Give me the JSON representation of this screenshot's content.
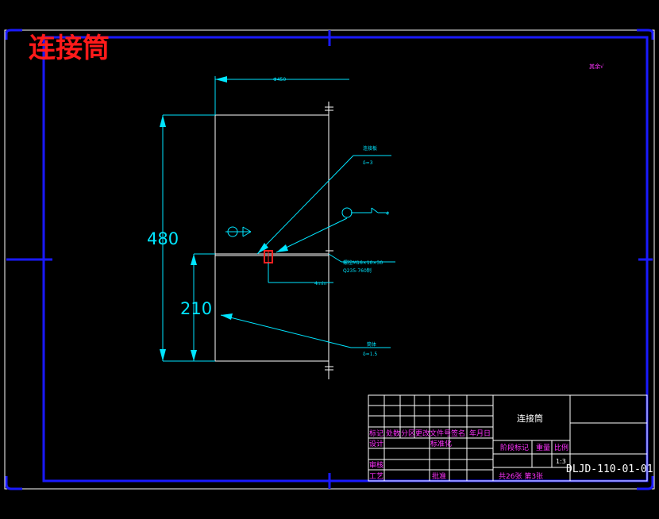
{
  "watermark": "连接筒",
  "colors": {
    "background": "#000000",
    "frame": "#ffffff",
    "inner_frame": "#1a1aff",
    "dimension": "#00e5ff",
    "label": "#ff33ff",
    "weld_mark": "#ff2020"
  },
  "roughness_note": "其余√",
  "dimensions": {
    "top_width": "Φ450",
    "overall_height": "480",
    "lower_height": "210",
    "plate_offset": "4min"
  },
  "callouts": {
    "upper_part": "连接板",
    "upper_thickness": "δ=3",
    "weld_symbol": "4",
    "bolt_spec": "螺栓M16×10×30",
    "bolt_material": "Q235-760制",
    "lower_part": "筒体",
    "lower_thickness": "δ=1.5"
  },
  "title_block": {
    "part_name": "连接筒",
    "headers": [
      "标记",
      "处数",
      "分区",
      "更改文件号",
      "签名",
      "年月日"
    ],
    "designer_label": "设计",
    "standardization_label": "标准化",
    "review_label": "审核",
    "process_label": "工艺",
    "approve_label": "批准",
    "stage_label": "阶段标记",
    "weight_label": "重量",
    "scale_label": "比例",
    "scale_value": "1:3",
    "sheet_info": "共26张 第3张",
    "drawing_number": "DLJD-110-01-01"
  }
}
